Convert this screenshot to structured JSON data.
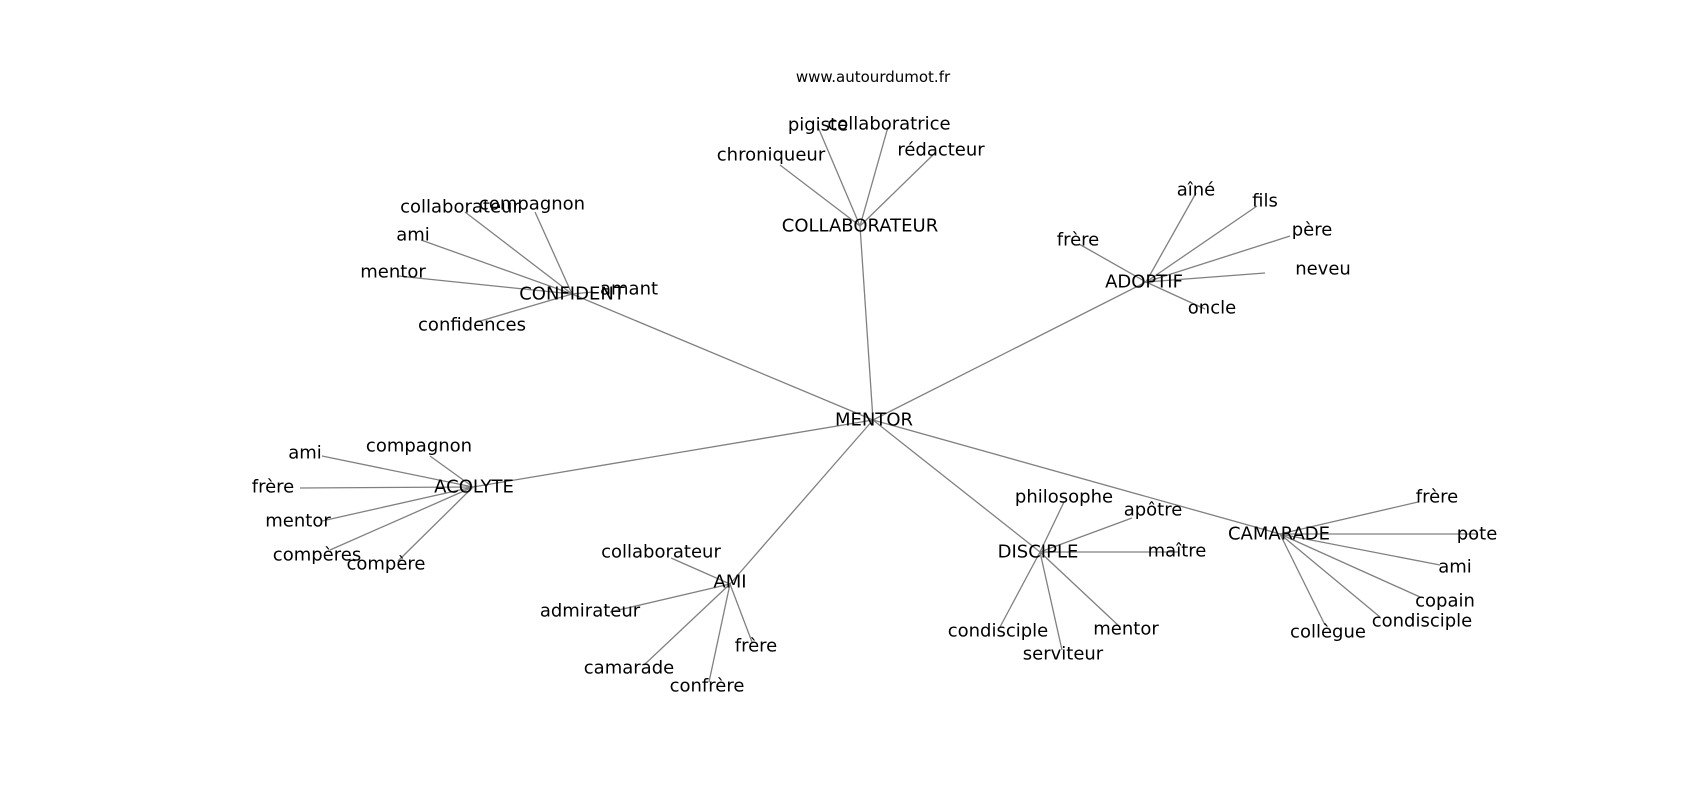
{
  "site": "www.autourdumot.fr",
  "center": "MENTOR",
  "groups": [
    {
      "name": "COLLABORATEUR",
      "words": [
        "chroniqueur",
        "pigiste",
        "collaboratrice",
        "rédacteur"
      ]
    },
    {
      "name": "CONFIDENT",
      "words": [
        "collaborateur",
        "compagnon",
        "ami",
        "mentor",
        "confidences",
        "amant"
      ]
    },
    {
      "name": "ADOPTIF",
      "words": [
        "aîné",
        "fils",
        "père",
        "frère",
        "neveu",
        "oncle"
      ]
    },
    {
      "name": "ACOLYTE",
      "words": [
        "ami",
        "compagnon",
        "frère",
        "mentor",
        "compères",
        "compère"
      ]
    },
    {
      "name": "AMI",
      "words": [
        "collaborateur",
        "admirateur",
        "camarade",
        "confrère",
        "frère"
      ]
    },
    {
      "name": "DISCIPLE",
      "words": [
        "philosophe",
        "apôtre",
        "maître",
        "condisciple",
        "serviteur",
        "mentor"
      ]
    },
    {
      "name": "CAMARADE",
      "words": [
        "frère",
        "pote",
        "ami",
        "copain",
        "condisciple",
        "collègue"
      ]
    }
  ]
}
